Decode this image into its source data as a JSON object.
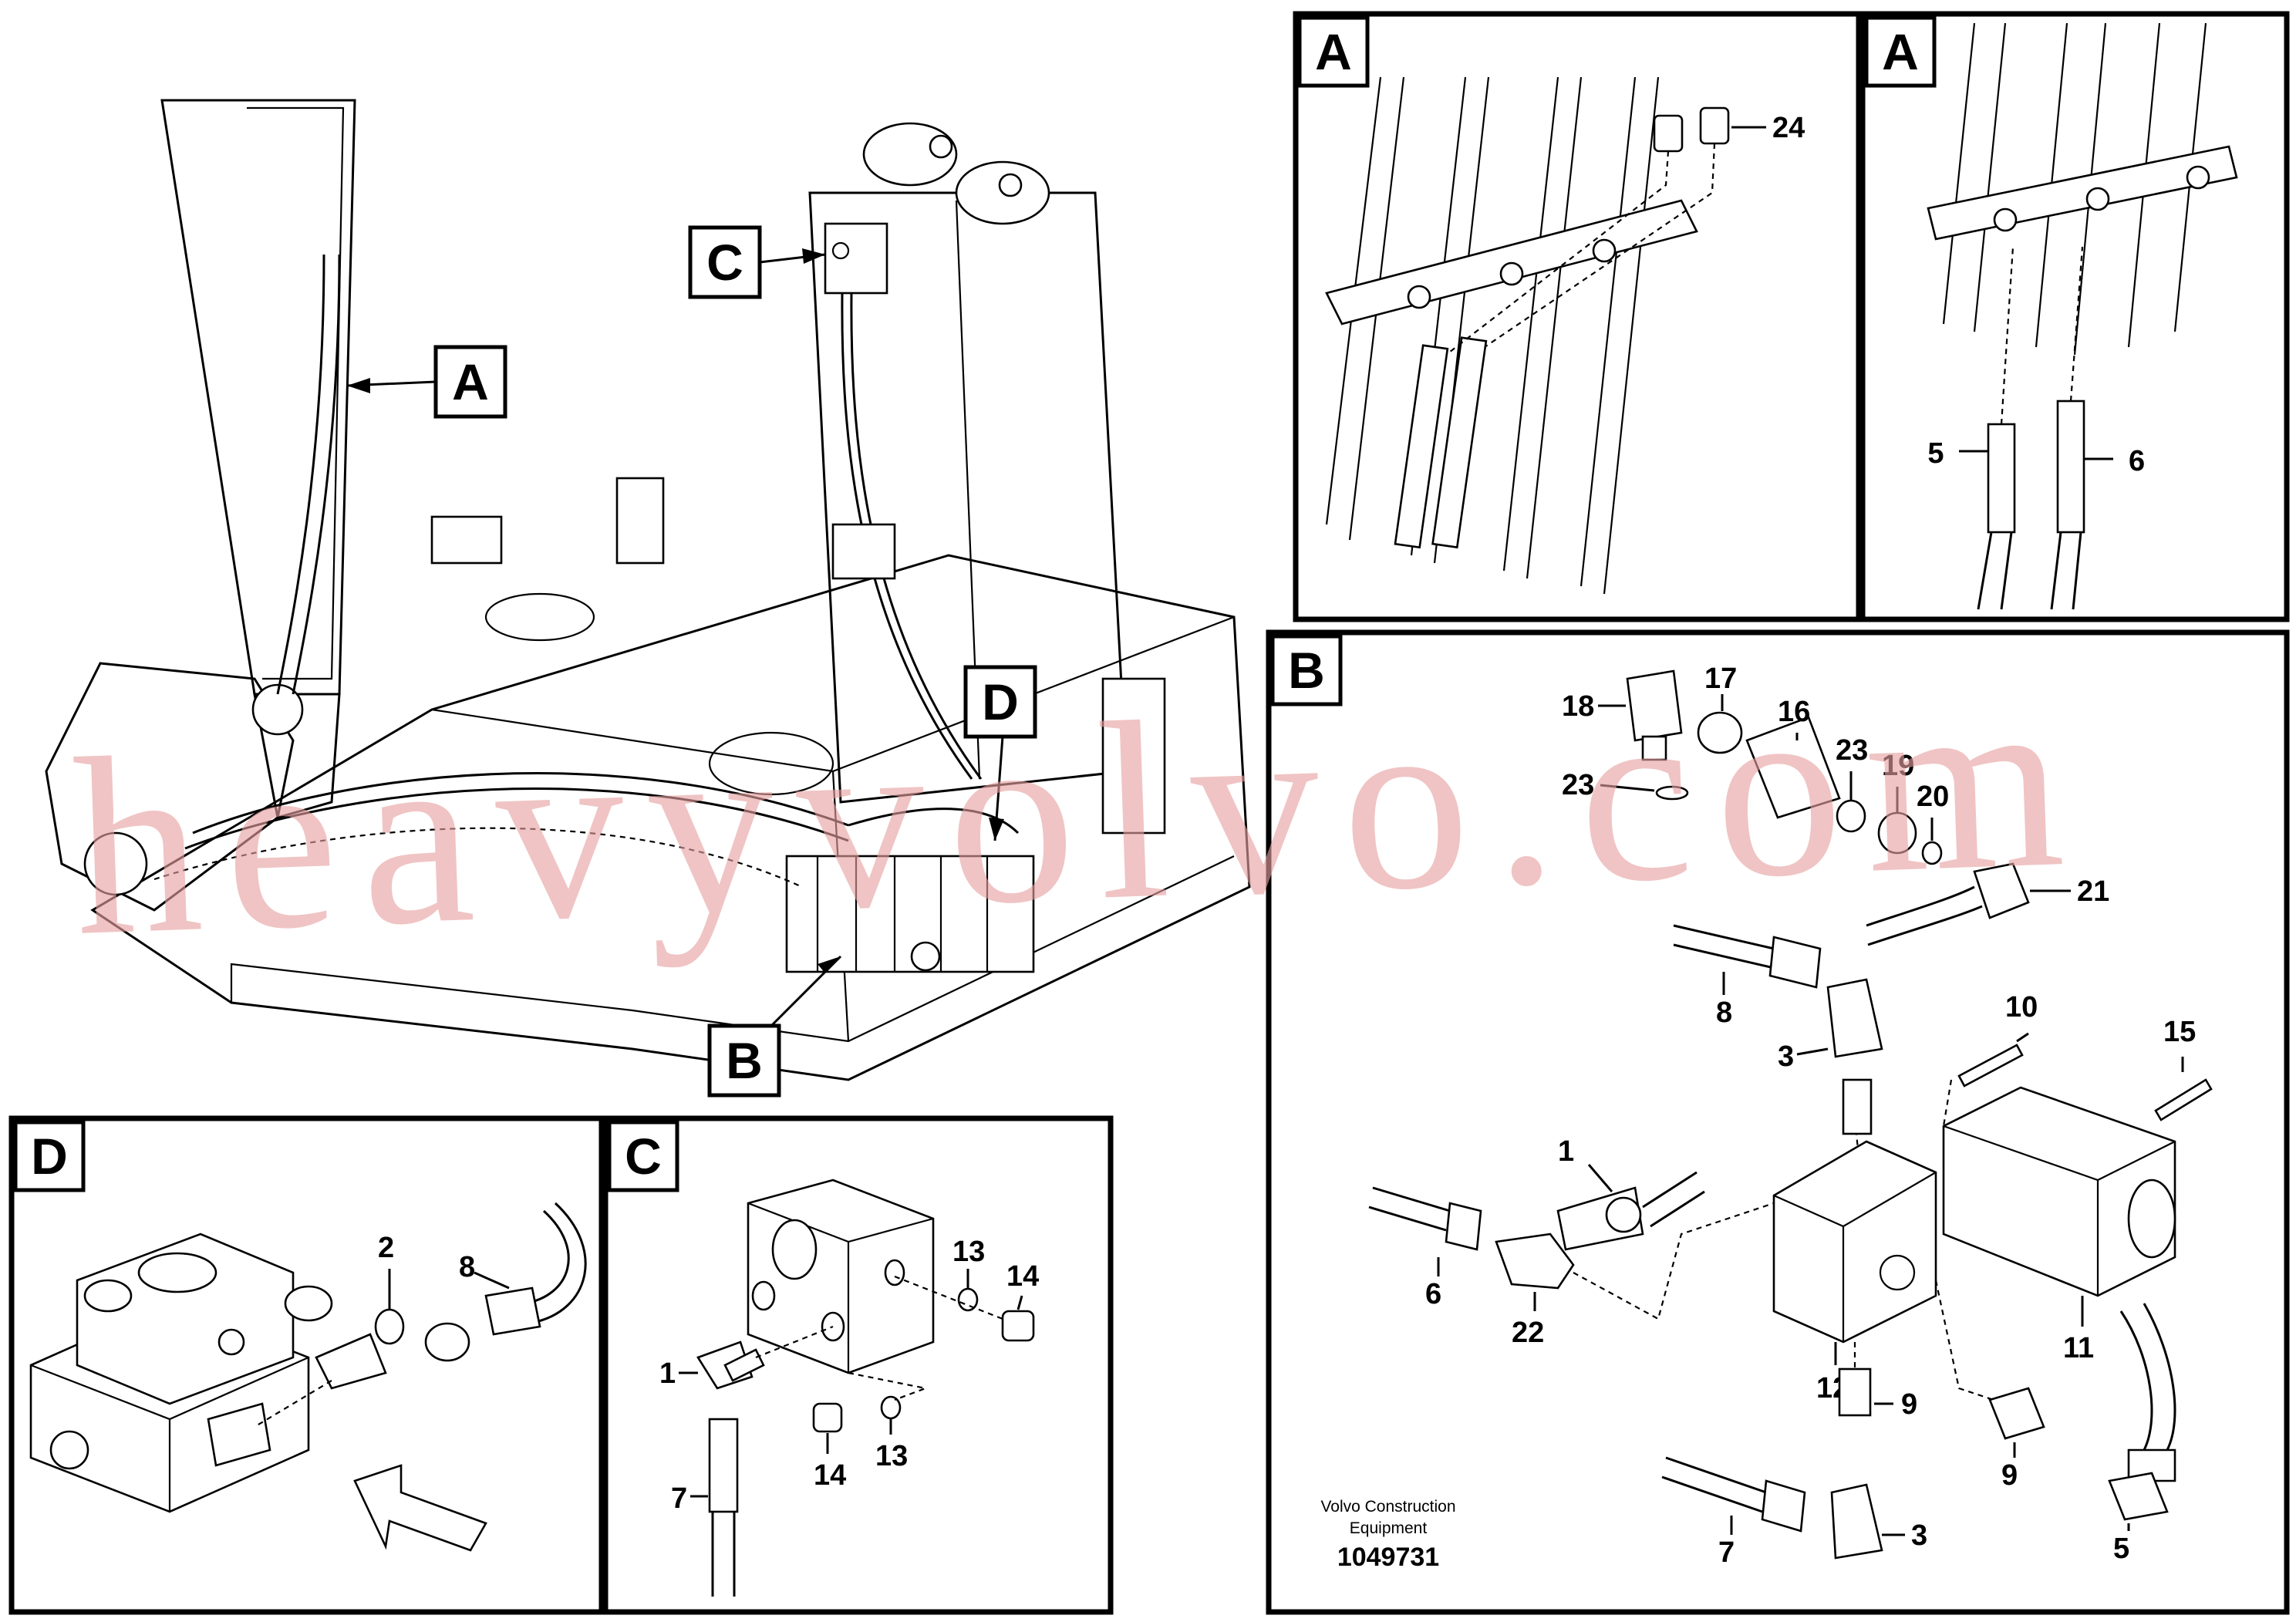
{
  "views": {
    "A1": {
      "title": "A"
    },
    "A2": {
      "title": "A"
    },
    "B": {
      "title": "B"
    },
    "C": {
      "title": "C"
    },
    "D": {
      "title": "D"
    }
  },
  "main_callouts": {
    "A": "A",
    "B": "B",
    "C": "C",
    "D": "D"
  },
  "parts": {
    "A1": {
      "p24": "24"
    },
    "A2": {
      "p5": "5",
      "p6": "6"
    },
    "B": {
      "p1": "1",
      "p3a": "3",
      "p3b": "3",
      "p5": "5",
      "p6": "6",
      "p7": "7",
      "p8": "8",
      "p9a": "9",
      "p9b": "9",
      "p10": "10",
      "p11": "11",
      "p12": "12",
      "p15": "15",
      "p16": "16",
      "p17": "17",
      "p18": "18",
      "p19": "19",
      "p20": "20",
      "p21": "21",
      "p22": "22",
      "p23a": "23",
      "p23b": "23"
    },
    "C": {
      "p1": "1",
      "p7": "7",
      "p13a": "13",
      "p13b": "13",
      "p14a": "14",
      "p14b": "14"
    },
    "D": {
      "p2": "2",
      "p8": "8"
    }
  },
  "credit": {
    "line1": "Volvo Construction",
    "line2": "Equipment",
    "drawing_no": "1049731"
  },
  "watermark": "heavyvolvo.com"
}
